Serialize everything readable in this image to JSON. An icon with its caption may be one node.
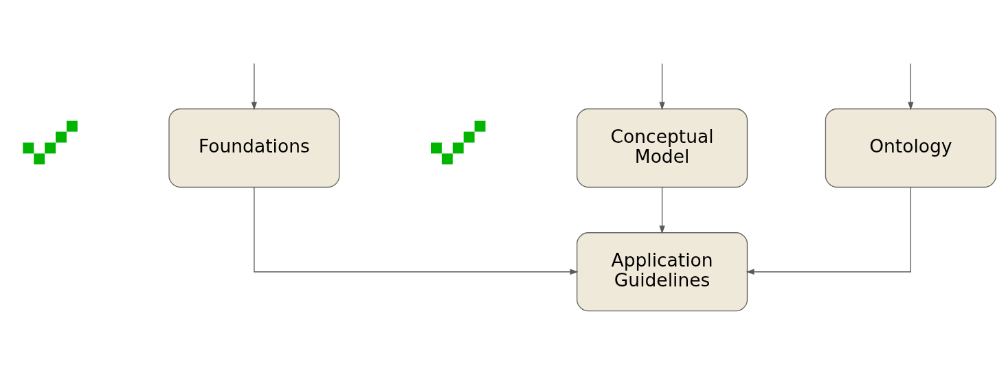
{
  "diagram": {
    "nodes": [
      {
        "text": [
          "Foundations"
        ]
      },
      {
        "text": [
          "Conceptual Model"
        ]
      },
      {
        "text": [
          "Ontology"
        ]
      },
      {
        "text": [
          "Application Guidelines"
        ]
      },
      {
        "text": [],
        "shape": "checkmark"
      },
      {
        "text": [],
        "shape": "checkmark"
      }
    ],
    "edges": [
      {
        "from": null,
        "to": 0,
        "arrow": "to"
      },
      {
        "from": null,
        "to": 1,
        "arrow": "to"
      },
      {
        "from": null,
        "to": 2,
        "arrow": "to"
      },
      {
        "from": 0,
        "to": 3,
        "arrow": "to"
      },
      {
        "from": 1,
        "to": 3,
        "arrow": "to"
      },
      {
        "from": 2,
        "to": 3,
        "arrow": "to"
      }
    ]
  }
}
